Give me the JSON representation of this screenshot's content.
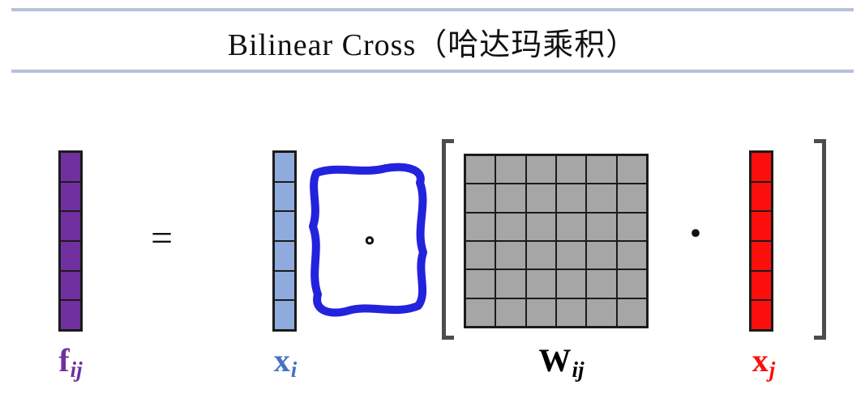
{
  "title": {
    "text": "Bilinear Cross（哈达玛乘积）"
  },
  "operators": {
    "equals": "=",
    "hadamard": "∘",
    "dot": "·"
  },
  "f_vector": {
    "cells": 6,
    "color": "#7030a0"
  },
  "xi_vector": {
    "cells": 6,
    "color": "#8faadc"
  },
  "w_matrix": {
    "rows": 6,
    "cols": 6,
    "color": "#a6a6a6"
  },
  "xj_vector": {
    "cells": 6,
    "color": "#fb0f0c"
  },
  "labels": {
    "f": {
      "base": "f",
      "sub": "ij",
      "color": "#7030a0"
    },
    "xi": {
      "base": "x",
      "sub": "i",
      "color": "#4472c4"
    },
    "w": {
      "base": "W",
      "sub": "ij",
      "color": "#000000"
    },
    "xj": {
      "base": "x",
      "sub": "j",
      "color": "#fb0f0c"
    }
  },
  "accents": {
    "squiggle": "#2323dd",
    "bracket": "#4d4d4d",
    "rule": "#b3c2d9"
  }
}
